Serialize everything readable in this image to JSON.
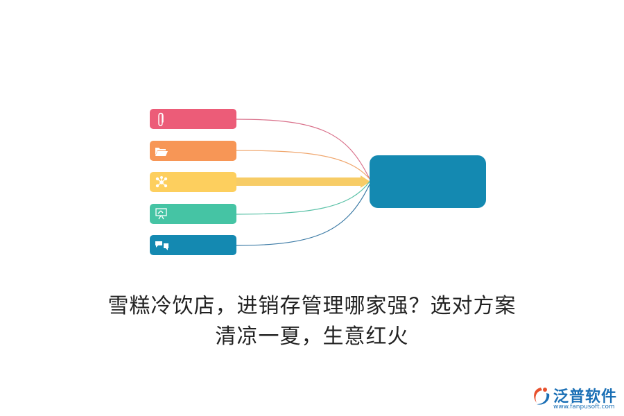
{
  "diagram": {
    "items": [
      {
        "id": "attachment",
        "icon": "paperclip-icon",
        "color": "#ec5c78",
        "line_color": "#d9708a"
      },
      {
        "id": "folder",
        "icon": "folder-open-icon",
        "color": "#f79656",
        "line_color": "#f0a870"
      },
      {
        "id": "network",
        "icon": "network-icon",
        "color": "#fdcf5e",
        "line_color": "#f7cc66"
      },
      {
        "id": "presentation",
        "icon": "presentation-board-icon",
        "color": "#45c4a4",
        "line_color": "#5cc2a8"
      },
      {
        "id": "chat",
        "icon": "chat-bubbles-icon",
        "color": "#1489b1",
        "line_color": "#3b7aa5"
      }
    ],
    "center_color": "#1489b1"
  },
  "title": {
    "line1": "雪糕冷饮店，进销存管理哪家强？选对方案",
    "line2": "清凉一夏，生意红火"
  },
  "logo": {
    "name": "泛普软件",
    "url": "www.fanpusoft.com",
    "color": "#1a6fb5",
    "accent_color": "#e8502d"
  }
}
